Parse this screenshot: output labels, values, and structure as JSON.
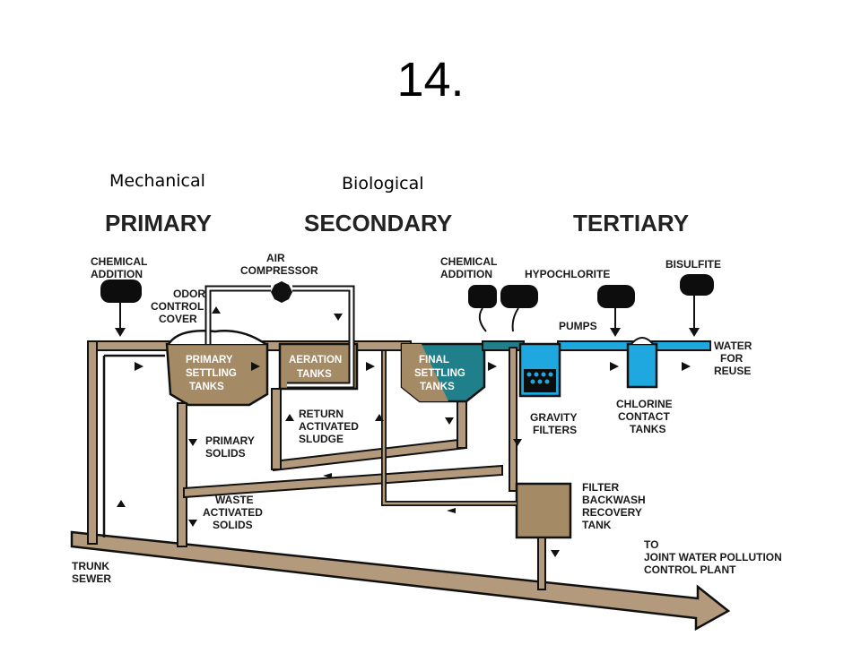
{
  "slide": {
    "title": "14."
  },
  "categories": {
    "mechanical": "Mechanical",
    "biological": "Biological"
  },
  "stages": {
    "primary": "PRIMARY",
    "secondary": "SECONDARY",
    "tertiary": "TERTIARY"
  },
  "labels": {
    "chemical_addition_1": [
      "CHEMICAL",
      "ADDITION"
    ],
    "air_compressor": [
      "AIR",
      "COMPRESSOR"
    ],
    "odor_control_cover": [
      "ODOR",
      "CONTROL",
      "COVER"
    ],
    "primary_settling_tanks": [
      "PRIMARY",
      "SETTLING",
      "TANKS"
    ],
    "aeration_tanks": [
      "AERATION",
      "TANKS"
    ],
    "final_settling_tanks": [
      "FINAL",
      "SETTLING",
      "TANKS"
    ],
    "chemical_addition_2": [
      "CHEMICAL",
      "ADDITION"
    ],
    "hypochlorite": [
      "HYPOCHLORITE"
    ],
    "bisulfite": [
      "BISULFITE"
    ],
    "pumps": [
      "PUMPS"
    ],
    "water_for_reuse": [
      "WATER",
      "FOR",
      "REUSE"
    ],
    "gravity_filters": [
      "GRAVITY",
      "FILTERS"
    ],
    "chlorine_contact_tanks": [
      "CHLORINE",
      "CONTACT",
      "TANKS"
    ],
    "primary_solids": [
      "PRIMARY",
      "SOLIDS"
    ],
    "return_activated_sludge": [
      "RETURN",
      "ACTIVATED",
      "SLUDGE"
    ],
    "waste_activated_solids": [
      "WASTE",
      "ACTIVATED",
      "SOLIDS"
    ],
    "filter_backwash_recovery_tank": [
      "FILTER",
      "BACKWASH",
      "RECOVERY",
      "TANK"
    ],
    "trunk_sewer": [
      "TRUNK",
      "SEWER"
    ],
    "to_joint_plant": [
      "TO",
      "JOINT WATER POLLUTION",
      "CONTROL PLANT"
    ]
  },
  "colors": {
    "pipe": "#b39a7c",
    "pipe_outline": "#111111",
    "tank_brown": "#a58a66",
    "teal": "#1f7f8a",
    "blue": "#1fa8e0",
    "chemical": "#0d0d0d"
  }
}
